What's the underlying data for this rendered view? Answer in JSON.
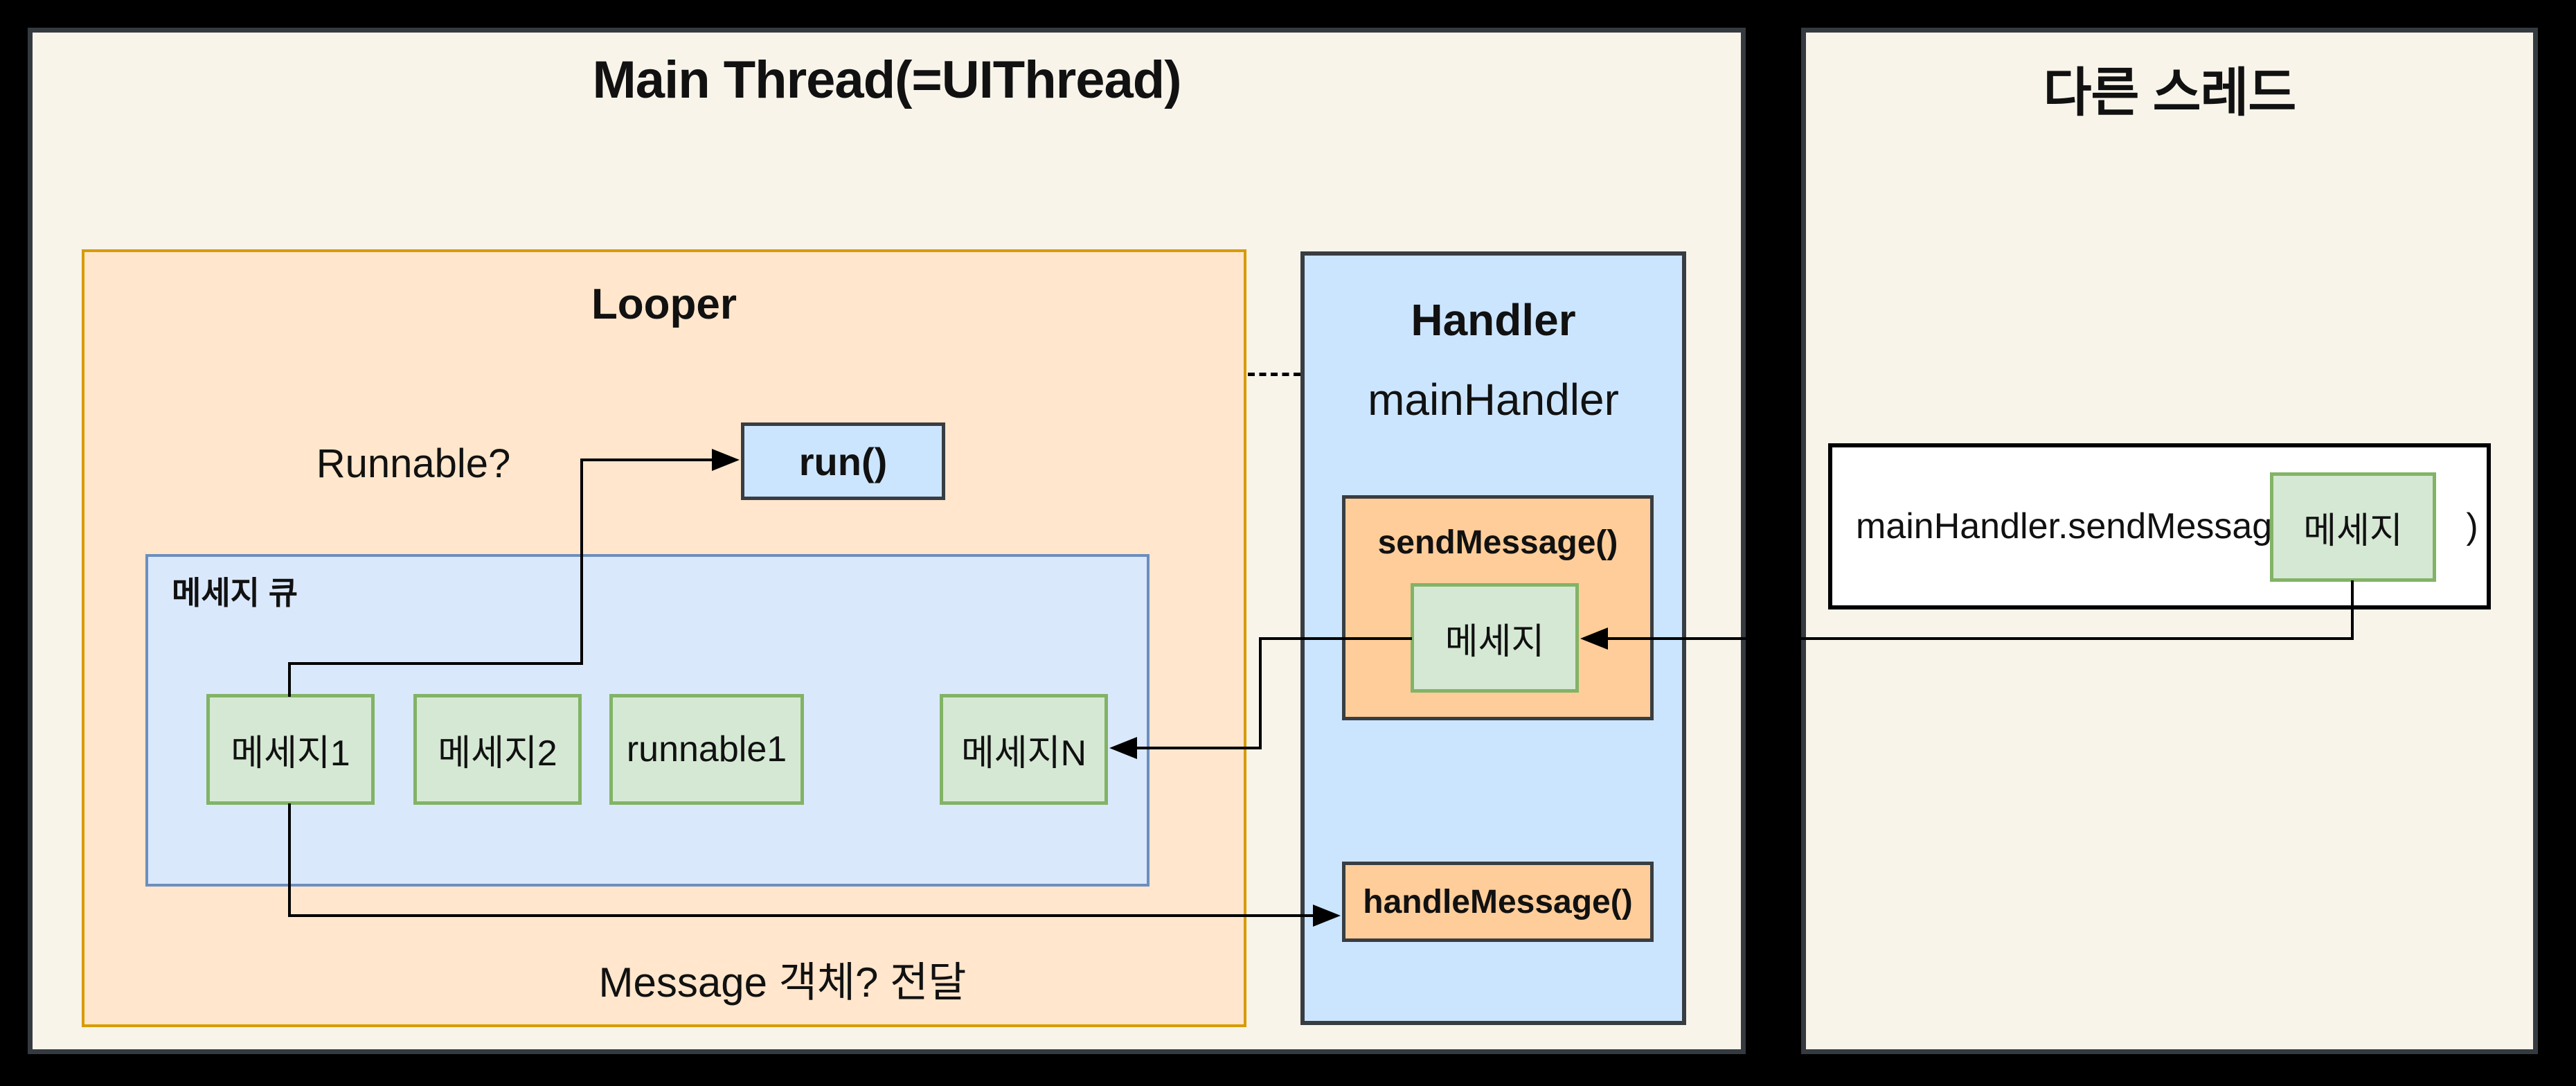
{
  "colors": {
    "canvas_bg": "#000000",
    "panel_bg": "#f8f4ea",
    "panel_border": "#343a40",
    "looper_fill": "#ffe6cc",
    "looper_border": "#d79b00",
    "queue_fill": "#dae8fc",
    "queue_border": "#6c8ebf",
    "blue_fill": "#cce5ff",
    "dark_border": "#383d42",
    "orange_fill": "#ffcd9a",
    "green_fill": "#d5e8d4",
    "green_border": "#82b366",
    "white_fill": "#ffffff"
  },
  "main_panel": {
    "title": "Main Thread(=UIThread)",
    "looper": {
      "title": "Looper",
      "runnable_label": "Runnable?",
      "run_label": "run()",
      "bottom_label": "Message 객체? 전달",
      "queue": {
        "title": "메세지 큐",
        "items": [
          "메세지1",
          "메세지2",
          "runnable1",
          "메세지N"
        ]
      }
    },
    "handler": {
      "title": "Handler",
      "instance_name": "mainHandler",
      "send_message_label": "sendMessage()",
      "send_message_payload": "메세지",
      "handle_message_label": "handleMessage()"
    }
  },
  "other_panel": {
    "title": "다른 스레드",
    "code_box": {
      "prefix": "mainHandler.sendMessage(",
      "payload": "메세지",
      "suffix": ")"
    }
  }
}
